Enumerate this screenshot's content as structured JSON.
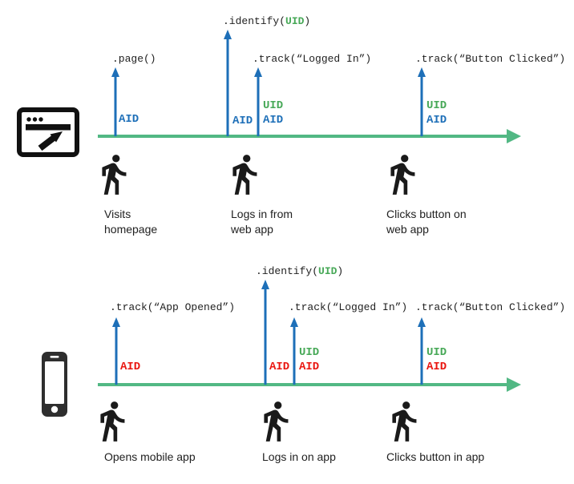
{
  "colors": {
    "arrow_blue": "#1d6fb8",
    "uid_green": "#47a857",
    "aid_red": "#e9150f",
    "timeline_green": "#52b884",
    "code_text": "#1f1f1f",
    "caption_text": "#212121"
  },
  "rows": [
    {
      "name": "web",
      "device_icon": "browser-icon",
      "events": [
        {
          "label": ".page()",
          "aid": "AID"
        },
        {
          "label_prefix": ".identify(",
          "label_arg": "UID",
          "label_suffix": ")",
          "aid": "AID"
        },
        {
          "label": ".track(“Logged In”)",
          "uid": "UID",
          "aid": "AID"
        },
        {
          "label": ".track(“Button Clicked”)",
          "uid": "UID",
          "aid": "AID"
        }
      ],
      "actors": [
        {
          "caption_line1": "Visits",
          "caption_line2": "homepage"
        },
        {
          "caption_line1": "Logs in from",
          "caption_line2": "web app"
        },
        {
          "caption_line1": "Clicks button on",
          "caption_line2": "web app"
        }
      ]
    },
    {
      "name": "mobile",
      "device_icon": "phone-icon",
      "events": [
        {
          "label": ".track(“App Opened”)",
          "aid": "AID"
        },
        {
          "label_prefix": ".identify(",
          "label_arg": "UID",
          "label_suffix": ")",
          "aid": "AID"
        },
        {
          "label": ".track(“Logged In”)",
          "uid": "UID",
          "aid": "AID"
        },
        {
          "label": ".track(“Button Clicked”)",
          "uid": "UID",
          "aid": "AID"
        }
      ],
      "actors": [
        {
          "caption_line1": "Opens mobile app"
        },
        {
          "caption_line1": "Logs in on app"
        },
        {
          "caption_line1": "Clicks button in app"
        }
      ]
    }
  ]
}
